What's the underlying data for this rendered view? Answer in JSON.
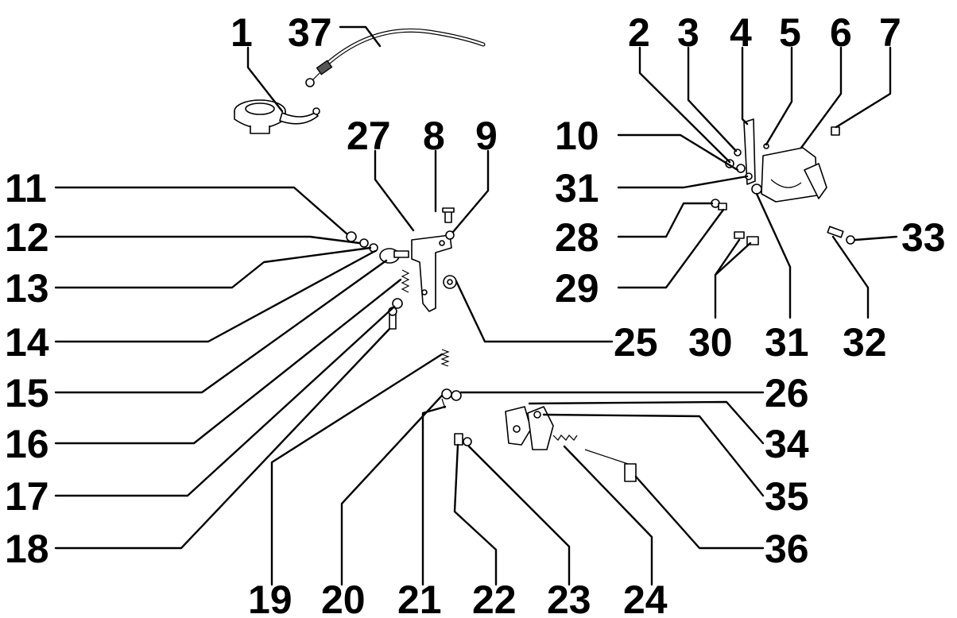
{
  "callouts": {
    "c1": "1",
    "c2": "2",
    "c3": "3",
    "c4": "4",
    "c5": "5",
    "c6": "6",
    "c7": "7",
    "c8": "8",
    "c9": "9",
    "c10": "10",
    "c11": "11",
    "c12": "12",
    "c13": "13",
    "c14": "14",
    "c15": "15",
    "c16": "16",
    "c17": "17",
    "c18": "18",
    "c19": "19",
    "c20": "20",
    "c21": "21",
    "c22": "22",
    "c23": "23",
    "c24": "24",
    "c25": "25",
    "c26": "26",
    "c27": "27",
    "c28": "28",
    "c29": "29",
    "c30": "30",
    "c31a": "31",
    "c31b": "31",
    "c32": "32",
    "c33": "33",
    "c34": "34",
    "c35": "35",
    "c36": "36",
    "c37": "37"
  }
}
